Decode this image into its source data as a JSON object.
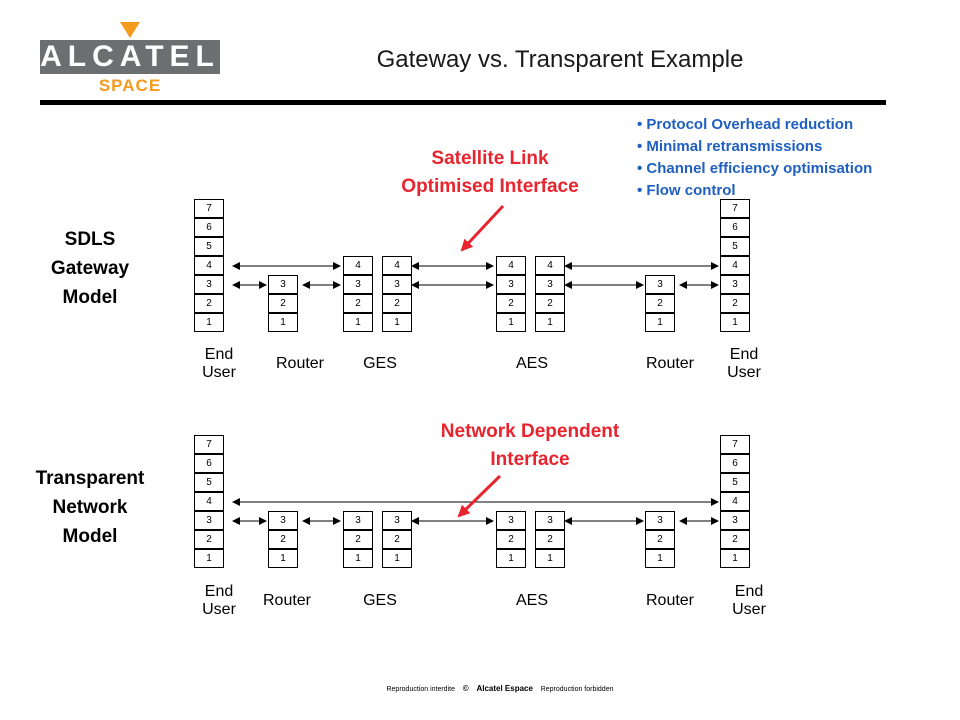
{
  "logo": {
    "name": "ALCATEL",
    "sub": "SPACE",
    "colors": {
      "wordmark": "#6d6e70",
      "accent": "#f39a1f"
    }
  },
  "title": "Gateway vs. Transparent Example",
  "bullets": [
    "Protocol Overhead reduction",
    "Minimal retransmissions",
    "Channel efficiency optimisation",
    "Flow control"
  ],
  "top": {
    "annotation": [
      "Satellite Link",
      "Optimised Interface"
    ],
    "model": [
      "SDLS",
      "Gateway",
      "Model"
    ],
    "stacks": {
      "end_user": [
        "7",
        "6",
        "5",
        "4",
        "3",
        "2",
        "1"
      ],
      "router": [
        "3",
        "2",
        "1"
      ],
      "ges_left": [
        "4",
        "3",
        "2",
        "1"
      ],
      "ges_right": [
        "4",
        "3",
        "2",
        "1"
      ],
      "aes_left": [
        "4",
        "3",
        "2",
        "1"
      ],
      "aes_right": [
        "4",
        "3",
        "2",
        "1"
      ]
    }
  },
  "bottom": {
    "annotation": [
      "Network Dependent",
      "Interface"
    ],
    "model": [
      "Transparent",
      "Network",
      "Model"
    ],
    "stacks": {
      "end_user": [
        "7",
        "6",
        "5",
        "4",
        "3",
        "2",
        "1"
      ],
      "router": [
        "3",
        "2",
        "1"
      ],
      "ges_left": [
        "3",
        "2",
        "1"
      ],
      "ges_right": [
        "3",
        "2",
        "1"
      ],
      "aes_left": [
        "3",
        "2",
        "1"
      ],
      "aes_right": [
        "3",
        "2",
        "1"
      ]
    }
  },
  "nodes": {
    "end_user": [
      "End",
      "User"
    ],
    "router": "Router",
    "ges": "GES",
    "aes": "AES"
  },
  "footer": {
    "left": "Reproduction interdite",
    "mark": "©",
    "owner": "Alcatel Espace",
    "right": "Reproduction forbidden"
  },
  "colors": {
    "annotation": "#e8242e",
    "bullets": "#1f5fbf"
  }
}
